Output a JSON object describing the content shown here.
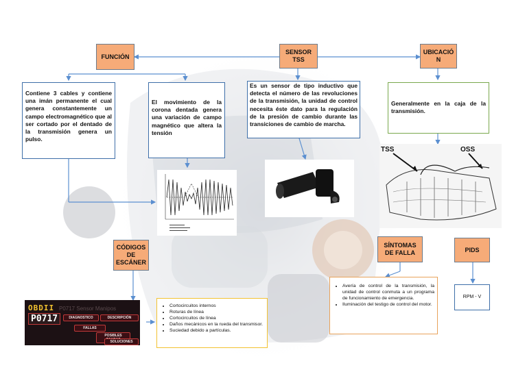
{
  "headers": {
    "funcion": "FUNCIÓN",
    "sensor": "SENSOR\nTSS",
    "ubicacion": "UBICACIÓ\nN",
    "codigos": "CÓDIGOS\nDE\nESCÁNER",
    "sintomas": "SÍNTOMAS\nDE FALLA",
    "pids": "PIDS"
  },
  "boxes": {
    "funcion_text": "Contiene 3 cables y contiene una imán permanente el cual genera constantemente un campo electromagnético que al ser cortado por el dentado de la transmisión genera un pulso.",
    "corona_text": "El movimiento de la corona dentada genera una variación de campo magnético que altera la tensión",
    "sensor_text": "Es un sensor de tipo inductivo que detecta el número de las revoluciones de la transmisión, la unidad de control necesita éste dato para la regulación de la presión de cambio durante las transiciones de cambio de marcha.",
    "ubicacion_text": "Generalmente en la caja de la transmisión.",
    "pids_text": "RPM - V"
  },
  "codigos_list": [
    "Cortocircuitos internos",
    "Roturas de línea",
    "Cortocircuitos de línea",
    "Daños mecánicos en la rueda del transmisor.",
    "Suciedad debido a partículas."
  ],
  "sintomas_list": [
    "Avería de control de la transmisión, la unidad de control conmuta a un programa de funcionamiento de emergencia.",
    "Iluminación del testigo de control del motor."
  ],
  "image_labels": {
    "tss": "TSS",
    "oss": "OSS"
  },
  "obd": {
    "logo": "OBDII",
    "code": "P0717",
    "ghost_title": "P0717 Sensor Manipos",
    "btn_diag": "DIAGNOSTICO",
    "btn_desc": "DESCRIPCIÓN",
    "btn_fallas": "FALLAS",
    "btn_causas": "POSIBLES CAUSAS",
    "btn_soluciones": "SOLUCIONES"
  },
  "colors": {
    "header_fill": "#f6ab78",
    "arrow": "#5b8fd0"
  }
}
